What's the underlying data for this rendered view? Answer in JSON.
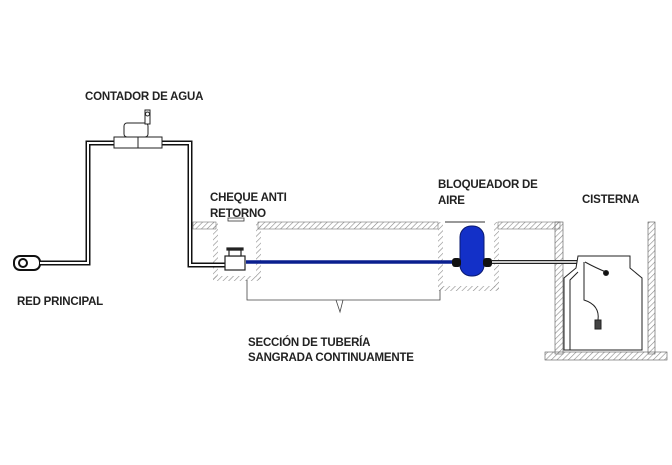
{
  "labels": {
    "meter": "CONTADOR DE AGUA",
    "main_network": "RED PRINCIPAL",
    "check_valve_line1": "CHEQUE ANTI",
    "check_valve_line2": "RETORNO",
    "air_blocker_line1": "BLOQUEADOR DE",
    "air_blocker_line2": "AIRE",
    "cistern": "CISTERNA",
    "section_line1": "SECCIÓN DE TUBERÍA",
    "section_line2": "SANGRADA CONTINUAMENTE"
  },
  "colors": {
    "bled_pipe": "#0a1f8f",
    "air_blocker": "#1330c8",
    "pipe": "#111111",
    "ground": "#9a9a9a"
  }
}
